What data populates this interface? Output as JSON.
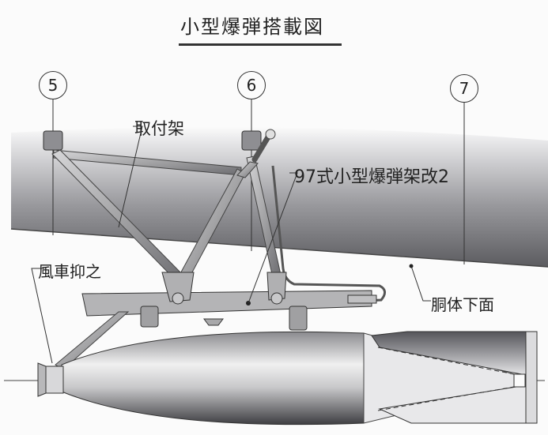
{
  "title": "小型爆弾搭載図",
  "callouts": [
    {
      "id": "5",
      "label": "5"
    },
    {
      "id": "6",
      "label": "6"
    },
    {
      "id": "7",
      "label": "7"
    }
  ],
  "labels": {
    "mounting_frame": "取付架",
    "bomb_rack": "97式小型爆弾架改2",
    "windmill_stop": "風車抑之",
    "fuselage_underside": "胴体下面"
  },
  "colors": {
    "fuselage_dark": "#5a5a5e",
    "fuselage_light": "#d8d8dc",
    "frame": "#a8a8aa",
    "line": "#333333",
    "background": "#fbfbfb"
  }
}
